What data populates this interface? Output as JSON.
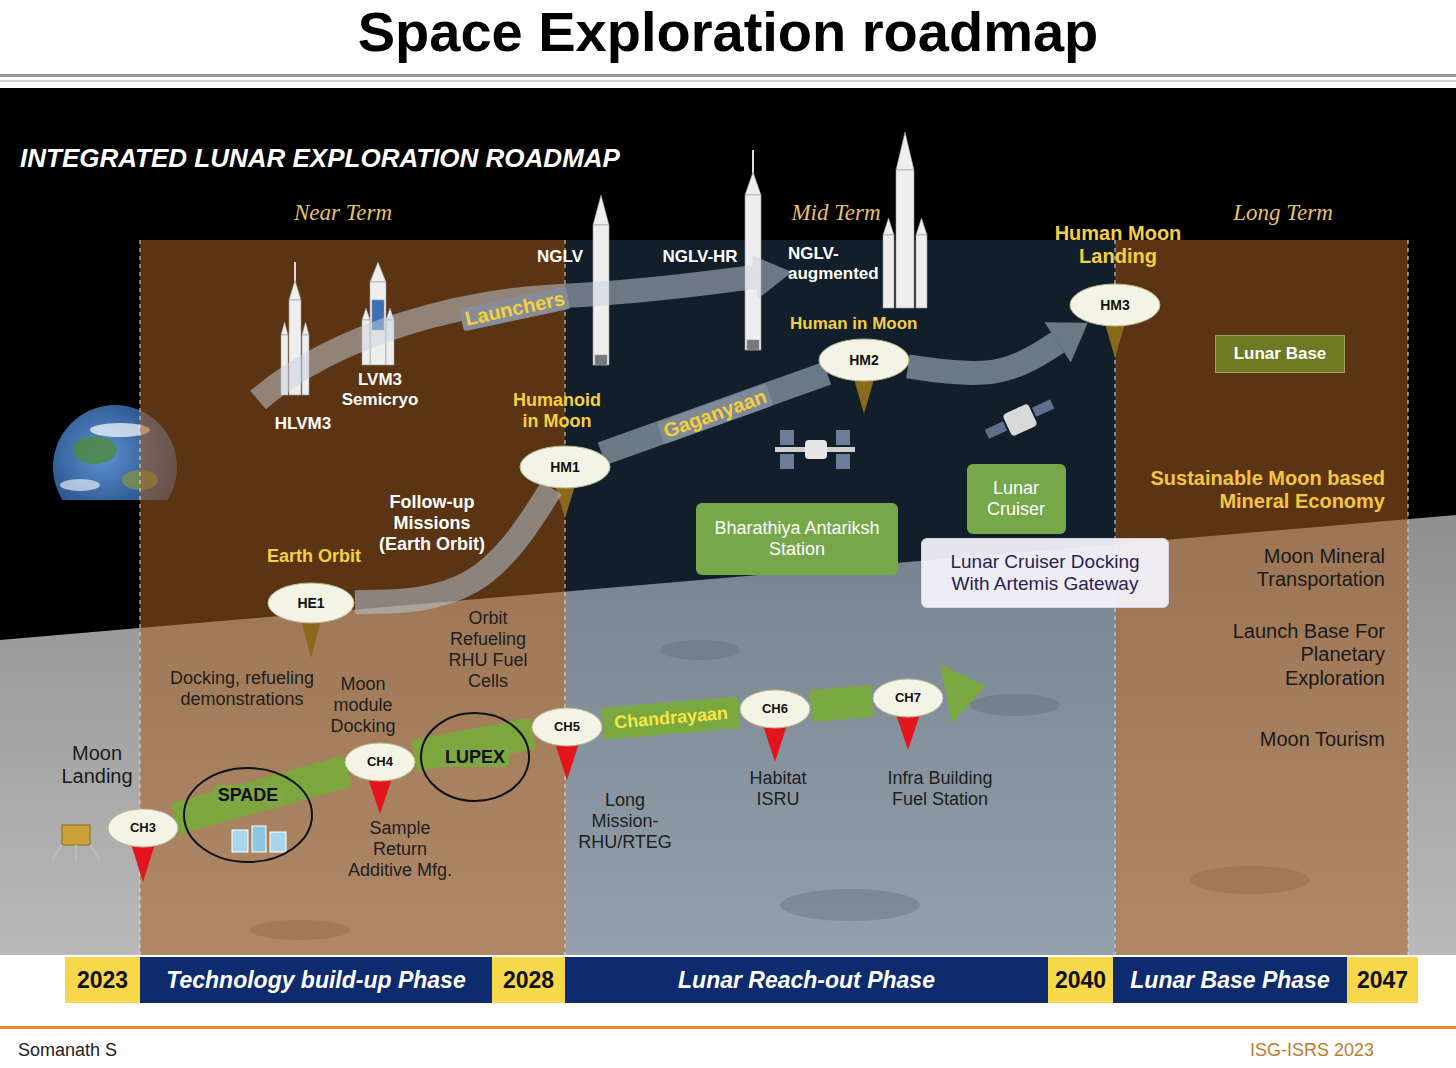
{
  "diagram": {
    "title": "Space Exploration roadmap",
    "nodes": [
      {
        "text": [
          "Lunar Base"
        ]
      },
      {
        "text": [
          "HM3"
        ]
      },
      {
        "text": [
          "HM2"
        ]
      },
      {
        "text": [
          "HM1"
        ]
      },
      {
        "text": [
          "Bharathiya Antariksh Station"
        ]
      },
      {
        "text": [
          "Lunar Cruiser"
        ]
      },
      {
        "text": [
          "Lunar Cruiser Docking With Artemis Gateway"
        ]
      },
      {
        "text": [
          "HE1"
        ]
      },
      {
        "text": [
          "SPADE"
        ]
      },
      {
        "text": [
          "LUPEX"
        ]
      },
      {
        "text": [
          "CH3"
        ]
      },
      {
        "text": [
          "CH4"
        ]
      },
      {
        "text": [
          "CH5"
        ]
      },
      {
        "text": [
          "CH6"
        ]
      },
      {
        "text": [
          "CH7"
        ]
      },
      {
        "text": [
          "2023"
        ]
      },
      {
        "text": [
          "Technology build-up Phase"
        ]
      },
      {
        "text": [
          "2028"
        ]
      },
      {
        "text": [
          "Lunar Reach-out Phase"
        ]
      },
      {
        "text": [
          "2040"
        ]
      },
      {
        "text": [
          "Lunar Base Phase"
        ]
      },
      {
        "text": [
          "2047"
        ]
      }
    ],
    "edges": [
      {
        "from": 7,
        "to": 3,
        "arrow": "none"
      },
      {
        "from": 3,
        "to": 2,
        "label": "Gaganyaan",
        "arrow": "none"
      },
      {
        "from": 2,
        "to": 1,
        "arrow": "to"
      },
      {
        "from": 10,
        "to": 11,
        "arrow": "none"
      },
      {
        "from": 11,
        "to": 12,
        "arrow": "none"
      },
      {
        "from": 12,
        "to": 13,
        "label": "Chandrayaan",
        "arrow": "none"
      },
      {
        "from": 13,
        "to": 14,
        "arrow": "none"
      }
    ],
    "labels": [
      "INTEGRATED LUNAR EXPLORATION ROADMAP",
      "Near Term",
      "Mid Term",
      "Long Term",
      "HLVM3",
      "LVM3 Semicryo",
      "NGLV",
      "NGLV-HR",
      "NGLV-augmented",
      "Launchers",
      "Human in Moon",
      "Human Moon Landing",
      "Humanoid in Moon",
      "Earth Orbit",
      "Follow-up Missions (Earth Orbit)",
      "Sustainable Moon based Mineral Economy",
      "Moon Mineral Transportation",
      "Launch Base For Planetary Exploration",
      "Moon Tourism",
      "Moon Landing",
      "Docking, refueling demonstrations",
      "Moon module Docking",
      "Orbit Refueling RHU Fuel Cells",
      "Sample Return Additive Mfg.",
      "Long Mission-RHU/RTEG",
      "Habitat ISRU",
      "Infra Building Fuel Station",
      "Somanath S",
      "ISG-ISRS 2023"
    ]
  }
}
